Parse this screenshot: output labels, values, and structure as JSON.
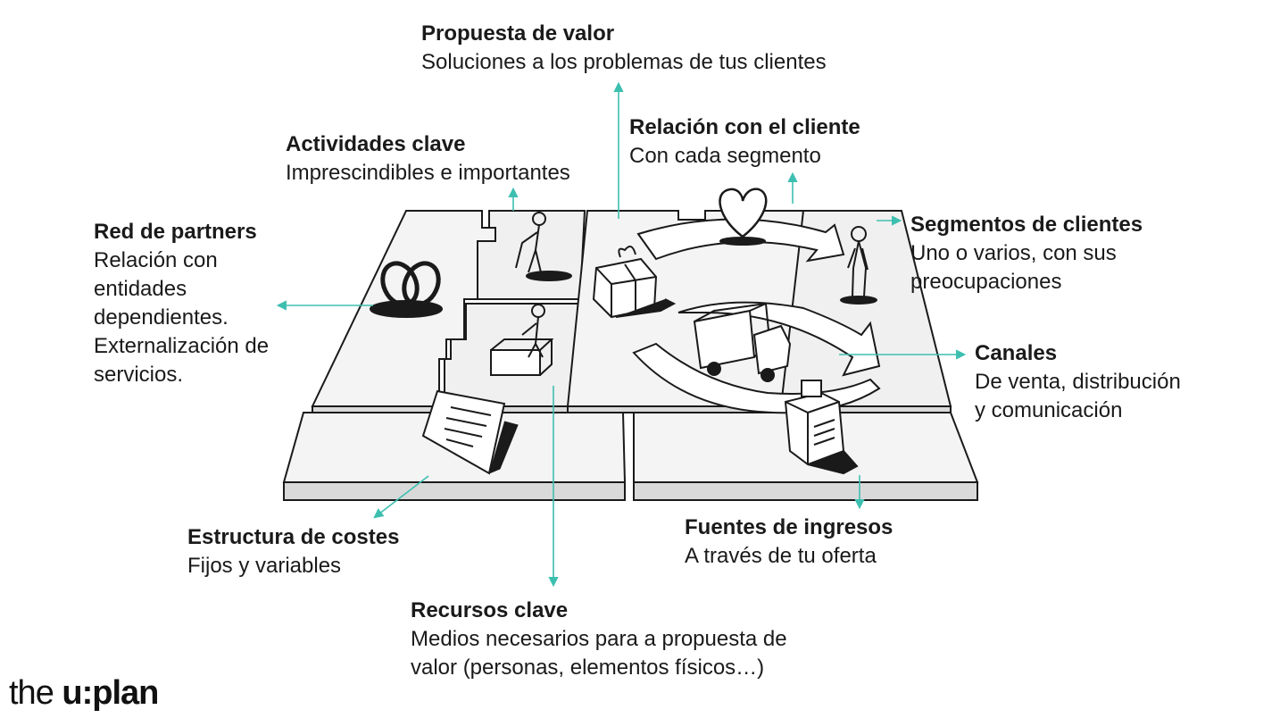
{
  "labels": {
    "propuesta": {
      "title": "Propuesta de valor",
      "desc": "Soluciones a los problemas de tus clientes"
    },
    "actividades": {
      "title": "Actividades clave",
      "desc": "Imprescindibles e importantes"
    },
    "relacion": {
      "title": "Relación con el cliente",
      "desc": "Con cada segmento"
    },
    "red": {
      "title": "Red de partners",
      "desc": "Relación con\nentidades\ndependientes.\nExternalización de\nservicios."
    },
    "segmentos": {
      "title": "Segmentos de clientes",
      "desc": "Uno o varios, con sus\npreocupaciones"
    },
    "canales": {
      "title": "Canales",
      "desc": "De venta, distribución\ny comunicación"
    },
    "estructura": {
      "title": "Estructura de costes",
      "desc": "Fijos y variables"
    },
    "fuentes": {
      "title": "Fuentes de ingresos",
      "desc": "A través de tu oferta"
    },
    "recursos": {
      "title": "Recursos clave",
      "desc": "Medios necesarios para a propuesta de\nvalor (personas, elementos físicos…)"
    }
  },
  "logo": {
    "prefix": "the ",
    "brand": "u:plan"
  },
  "colors": {
    "arrow": "#3dbfb0",
    "ink": "#1a1a1a",
    "paper": "#f4f4f4",
    "edge": "#d9d9d9"
  },
  "icons": [
    "rings-icon",
    "worker-icon",
    "machine-icon",
    "contract-icon",
    "gift-icon",
    "heart-icon",
    "truck-icon",
    "person-icon",
    "cash-register-icon"
  ]
}
